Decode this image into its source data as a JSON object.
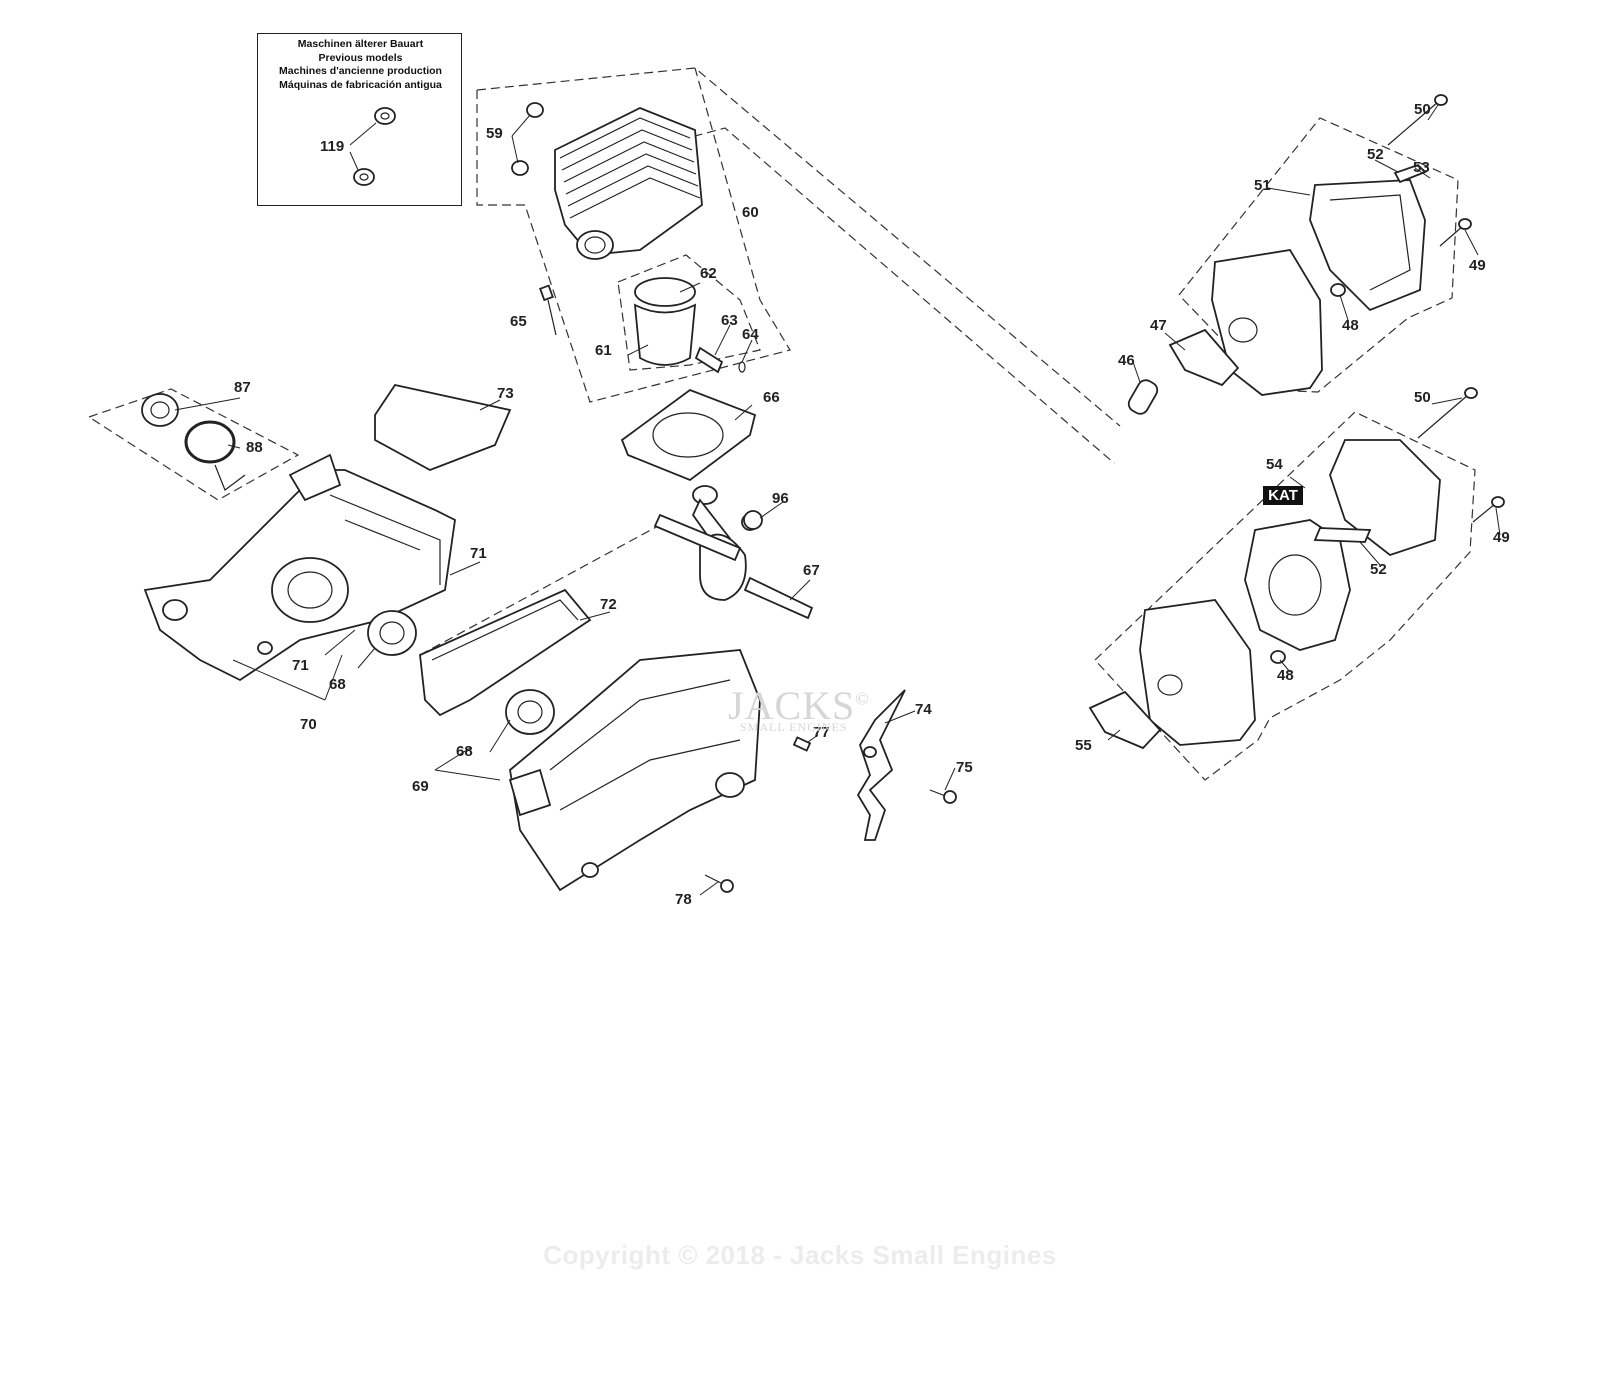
{
  "legacy_box": {
    "lines": [
      "Maschinen älterer Bauart",
      "Previous models",
      "Machines d'ancienne production",
      "Máquinas de fabricación antigua"
    ],
    "part": "119"
  },
  "labels": {
    "p46": "46",
    "p47": "47",
    "p48a": "48",
    "p48b": "48",
    "p49a": "49",
    "p49b": "49",
    "p50a": "50",
    "p50b": "50",
    "p51": "51",
    "p52a": "52",
    "p52b": "52",
    "p53": "53",
    "p54": "54",
    "p55": "55",
    "p59": "59",
    "p60": "60",
    "p61": "61",
    "p62": "62",
    "p63": "63",
    "p64": "64",
    "p65": "65",
    "p66": "66",
    "p67": "67",
    "p68a": "68",
    "p68b": "68",
    "p69": "69",
    "p70": "70",
    "p71a": "71",
    "p71b": "71",
    "p72": "72",
    "p73": "73",
    "p74": "74",
    "p75": "75",
    "p77": "77",
    "p78": "78",
    "p87": "87",
    "p88": "88",
    "p96": "96"
  },
  "kat_badge": "KAT",
  "watermark": {
    "brand": "JACKS",
    "sub": "SMALL ENGINES",
    "mark": "©"
  },
  "copyright": "Copyright © 2018 - Jacks Small Engines"
}
